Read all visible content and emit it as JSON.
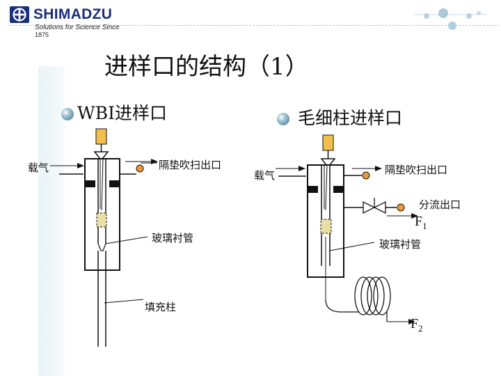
{
  "header": {
    "brand": "SHIMADZU",
    "tagline": "Solutions for Science Since",
    "year": "1875"
  },
  "title": "进样口的结构（1）",
  "left": {
    "heading": "WBI进样口",
    "carrier_gas": "载气",
    "septum_purge": "隔垫吹扫出口",
    "glass_liner": "玻璃衬管",
    "packed_column": "填充柱"
  },
  "right": {
    "heading": "毛细柱进样口",
    "carrier_gas": "载气",
    "septum_purge": "隔垫吹扫出口",
    "split_outlet": "分流出口",
    "f1_letter": "F",
    "f1_sub": "1",
    "glass_liner": "玻璃衬管",
    "f2_letter": "F",
    "f2_sub": "2"
  },
  "colors": {
    "brand": "#1a2f7a",
    "injector_head": "#f2c04a",
    "outlet_dot": "#f29a3a",
    "wool": "#e8dfa5",
    "stripe": "#e9f3f6"
  },
  "icons": {
    "logo": "shimadzu-logo-icon",
    "bullet": "sphere-bullet-icon",
    "valve": "needle-valve-icon",
    "coil": "capillary-coil-icon"
  }
}
